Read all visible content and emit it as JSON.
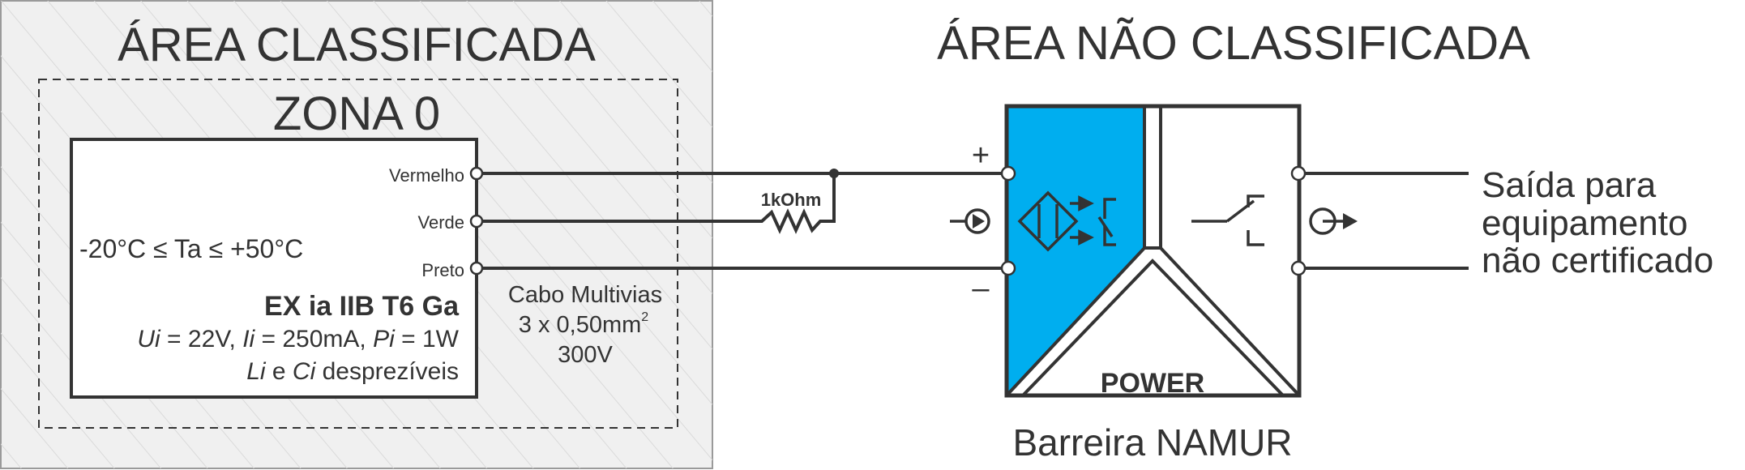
{
  "classified_area": {
    "title": "ÁREA CLASSIFICADA",
    "zone": "ZONA 0",
    "device": {
      "temperature": "-20°C ≤ Ta ≤ +50°C",
      "marking": "EX ia IIB T6 Ga",
      "params_line": {
        "ui_sym": "Ui",
        "ui_val": " = 22V, ",
        "ii_sym": "Ii",
        "ii_val": " = 250mA, ",
        "pi_sym": "Pi",
        "pi_val": " = 1W"
      },
      "li_ci_line": {
        "li_sym": "Li",
        "mid": " e ",
        "ci_sym": "Ci",
        "rest": " desprezíveis"
      },
      "terminals": [
        "Vermelho",
        "Verde",
        "Preto"
      ]
    },
    "cable": {
      "line1": "Cabo Multivias",
      "line2": "3 x 0,50",
      "line2_unit": "mm",
      "line2_sup": "2",
      "line3": "300V"
    }
  },
  "unclassified_area": {
    "title": "ÁREA NÃO CLASSIFICADA",
    "resistor_label": "1kOhm",
    "barrier": {
      "plus": "+",
      "minus": "–",
      "power_label": "POWER",
      "caption": "Barreira NAMUR"
    },
    "output_label": [
      "Saída para",
      "equipamento",
      "não certificado"
    ]
  },
  "colors": {
    "barrier_blue": "#00aeef",
    "line": "#333333",
    "panel_bg": "#f0f0f0",
    "panel_hatch": "#d6d6d6"
  }
}
